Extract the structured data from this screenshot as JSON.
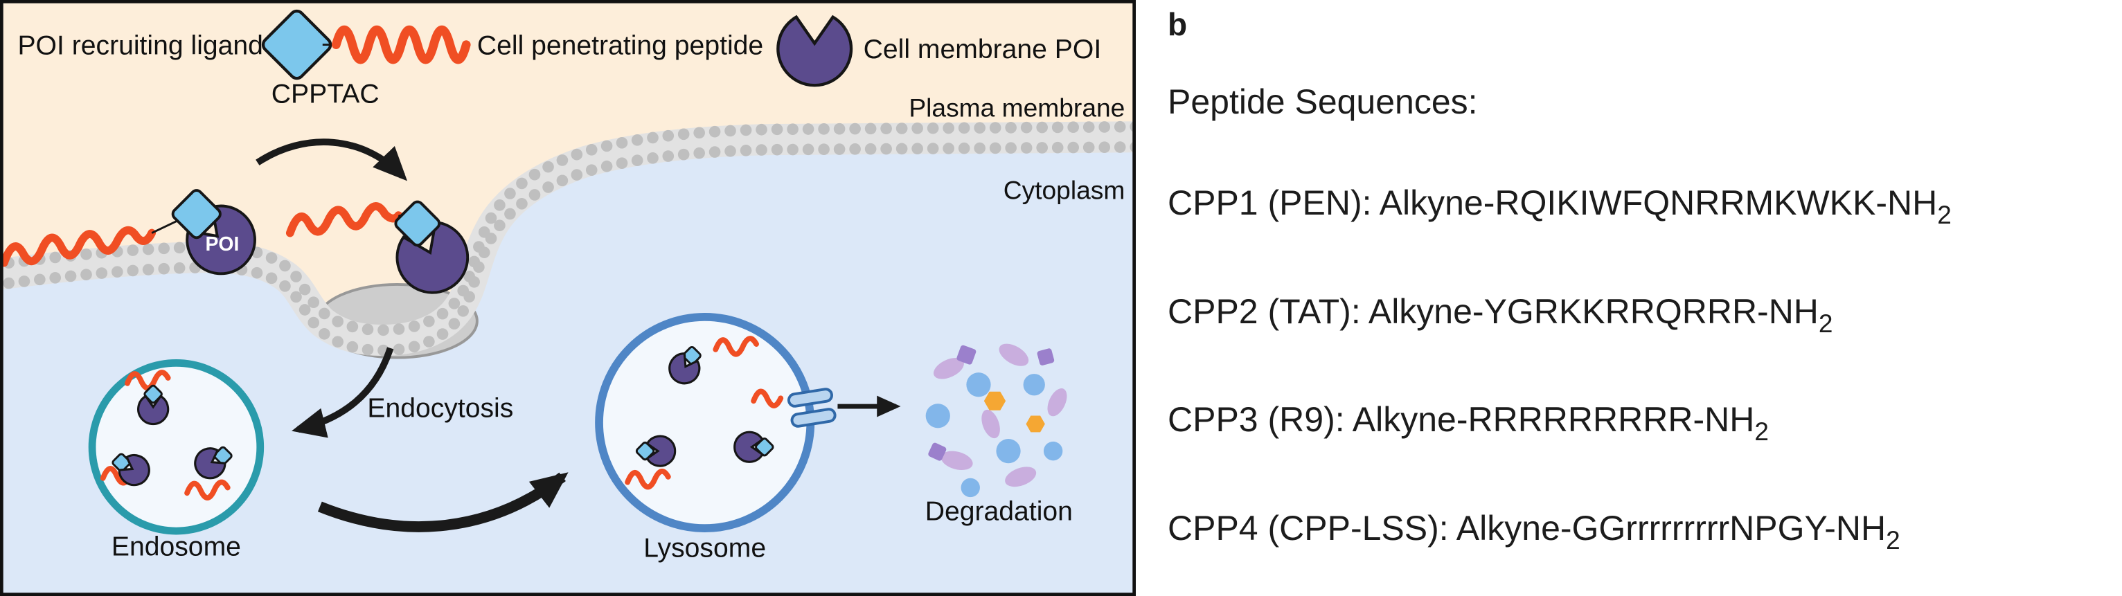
{
  "panel_a": {
    "legend": {
      "poi_ligand_label": "POI recruiting ligand",
      "cpp_label": "Cell penetrating peptide",
      "construct_label": "CPPTAC",
      "membrane_poi_label": "Cell membrane POI"
    },
    "labels": {
      "plasma_membrane": "Plasma membrane",
      "cytoplasm": "Cytoplasm",
      "poi": "POI",
      "endocytosis": "Endocytosis",
      "endosome": "Endosome",
      "lysosome": "Lysosome",
      "degradation": "Degradation"
    },
    "colors": {
      "extracellular_bg": "#fdeeda",
      "cytoplasm_bg": "#dce8f8",
      "membrane_gray": "#bfbfbf",
      "ligand_blue": "#7cc7ec",
      "peptide_orange": "#f04e23",
      "poi_purple": "#5b4b8d",
      "endosome_teal": "#2a9bab",
      "lysosome_blue": "#4f86c6",
      "degradation_lavender": "#c9aede",
      "degradation_blue": "#82b6ea",
      "degradation_orange": "#f5a733",
      "degradation_purple": "#9b80cc"
    }
  },
  "panel_b": {
    "label": "b",
    "title": "Peptide Sequences:",
    "sequences": [
      {
        "main": "CPP1 (PEN): Alkyne-RQIKIWFQNRRMKWKK-NH",
        "sub": "2"
      },
      {
        "main": "CPP2 (TAT): Alkyne-YGRKKRRQRRR-NH",
        "sub": "2"
      },
      {
        "main": "CPP3 (R9): Alkyne-RRRRRRRRR-NH",
        "sub": "2"
      },
      {
        "main": "CPP4 (CPP-LSS): Alkyne-GGrrrrrrrrrNPGY-NH",
        "sub": "2"
      }
    ]
  }
}
